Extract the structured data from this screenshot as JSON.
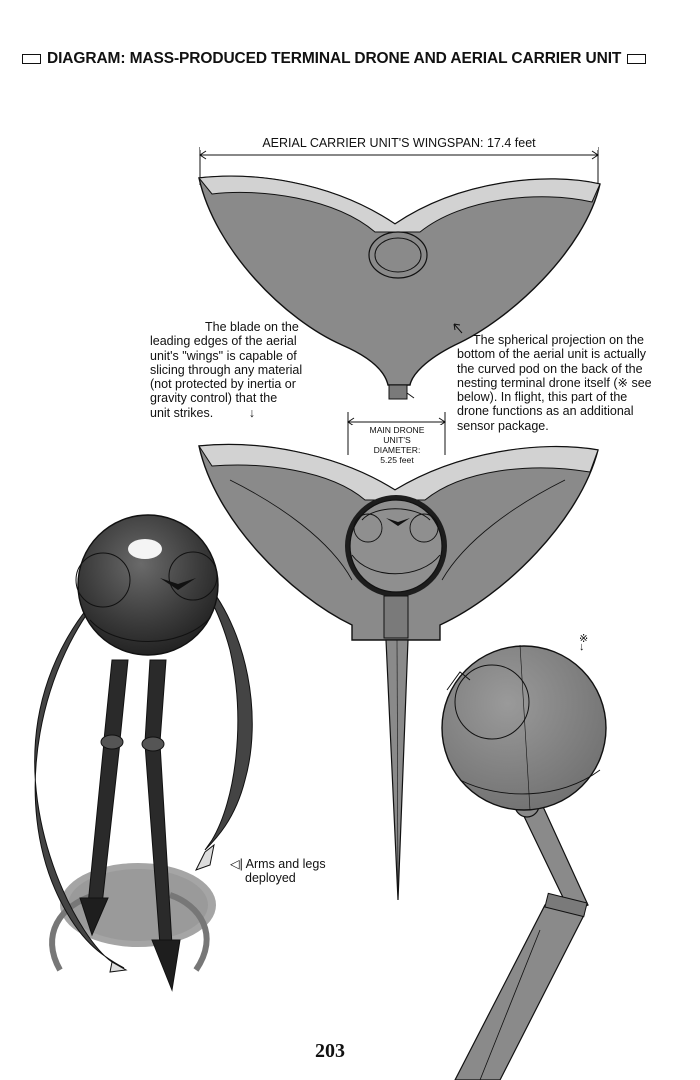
{
  "title": "DIAGRAM: MASS-PRODUCED TERMINAL DRONE AND AERIAL CARRIER UNIT",
  "icons": {
    "title_box": "rectangle-box-icon",
    "arrow": "arrow-icon",
    "reference_mark": "asterisk-reference-icon"
  },
  "labels": {
    "wingspan": "AERIAL CARRIER UNIT'S WINGSPAN: 17.4 feet",
    "blade_note": [
      "The blade on the",
      "leading edges of the aerial",
      "unit's \"wings\" is capable of",
      "slicing through any material",
      "(not protected by inertia or",
      "gravity control) that the",
      "unit strikes."
    ],
    "sphere_note": [
      "The spherical projection on the",
      "bottom of the aerial unit is actually",
      "the curved pod on the back of the",
      "nesting terminal drone itself (※ see",
      "below). In flight, this part of the",
      "drone functions as an additional",
      "sensor package."
    ],
    "diameter": [
      "MAIN DRONE",
      "UNIT'S",
      "DIAMETER:",
      "5.25 feet"
    ],
    "arms_prefix": "◁|",
    "arms_note": [
      "Arms and legs",
      "deployed"
    ],
    "reference_mark": "※",
    "blade_arrow": "↓",
    "ref_arrow": "↓"
  },
  "page_number": "203",
  "colors": {
    "ink": "#111111",
    "body_gray": "#8a8a8a",
    "light_gray": "#c8c8c8",
    "dark_sphere": "#3a3a3a",
    "shadow": "#9d9d9d"
  }
}
